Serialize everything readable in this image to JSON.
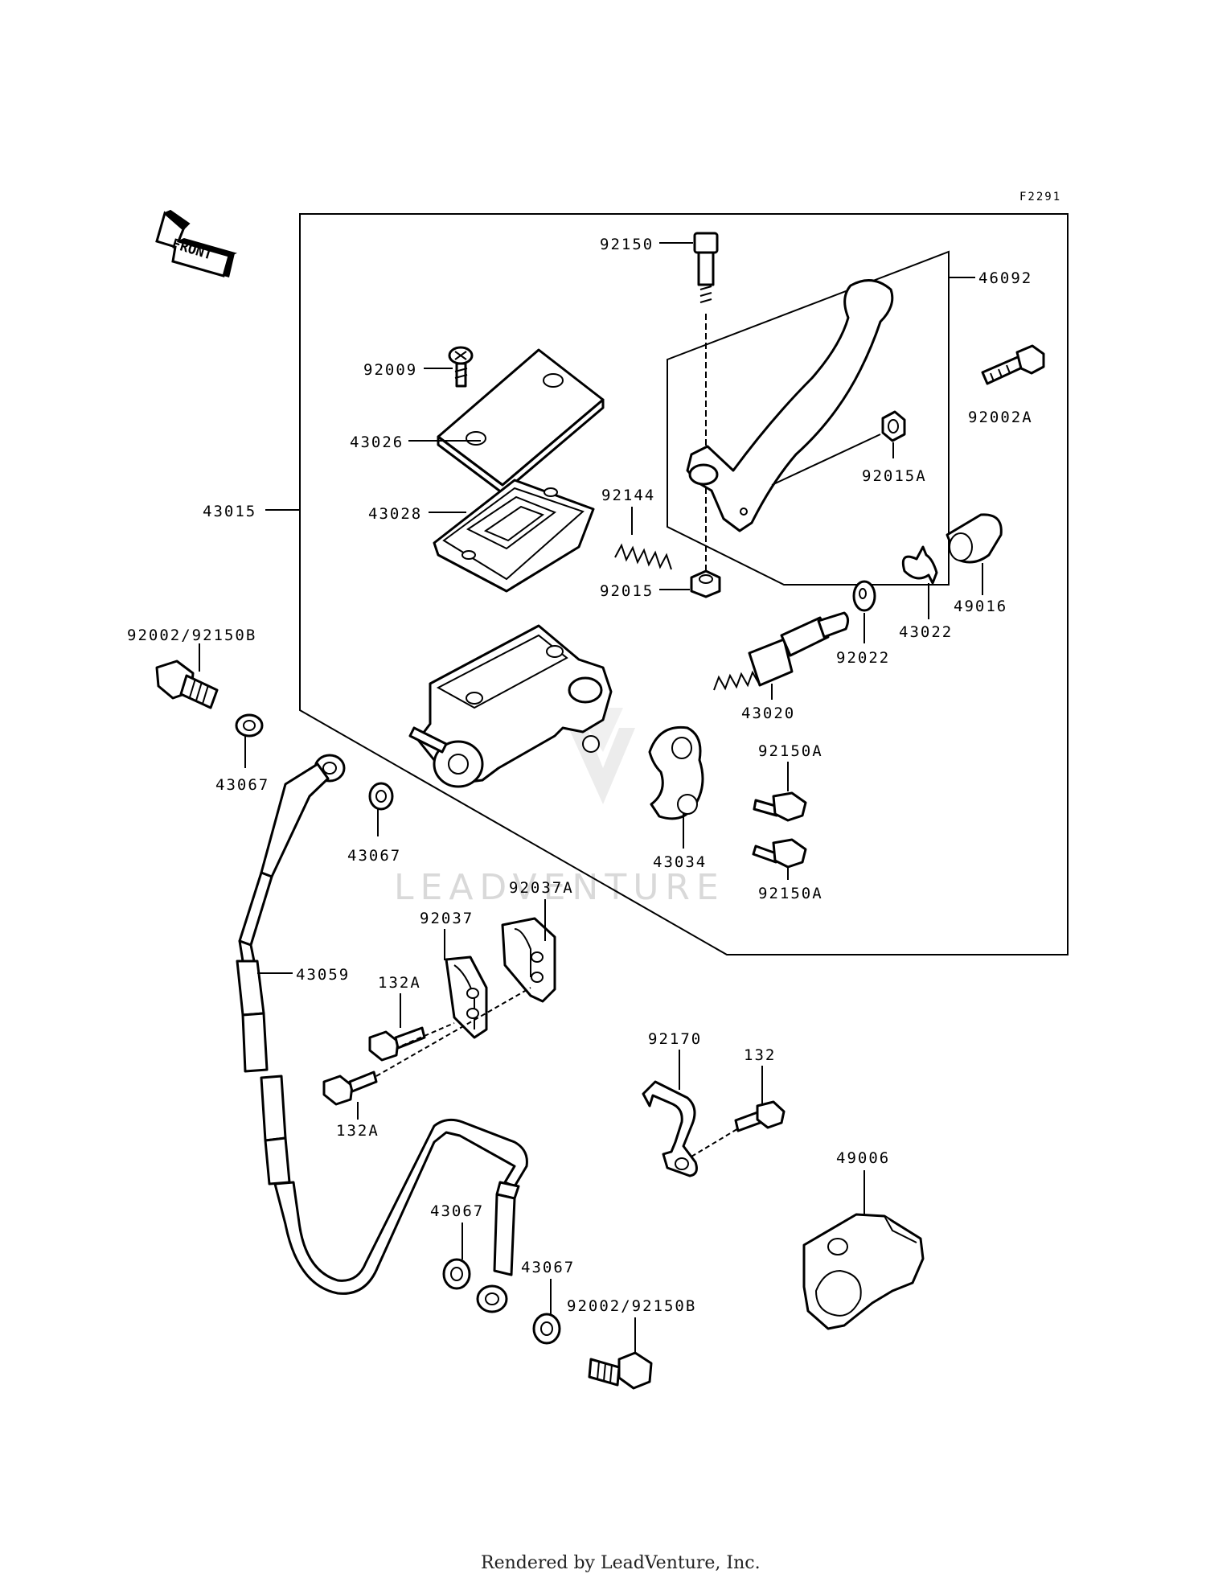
{
  "diagram": {
    "figure_code": "F2291",
    "front_marker": "FRONT",
    "watermark": "LEADVENTURE",
    "footer": "Rendered by LeadVenture, Inc.",
    "parts": {
      "p92150": "92150",
      "p46092": "46092",
      "p92009": "92009",
      "p92002A": "92002A",
      "p43026": "43026",
      "p92015A": "92015A",
      "p43015": "43015",
      "p43028": "43028",
      "p92144": "92144",
      "p92015": "92015",
      "p49016": "49016",
      "p43022": "43022",
      "p92022": "92022",
      "p92002_92150B_top": "92002/92150B",
      "p43020": "43020",
      "p92150A_top": "92150A",
      "p43067_a": "43067",
      "p43067_b": "43067",
      "p43034": "43034",
      "p92150A_bot": "92150A",
      "p92037A": "92037A",
      "p92037": "92037",
      "p43059": "43059",
      "p132A_top": "132A",
      "p132A_bot": "132A",
      "p92170": "92170",
      "p132": "132",
      "p49006": "49006",
      "p43067_c": "43067",
      "p43067_d": "43067",
      "p92002_92150B_bot": "92002/92150B"
    }
  }
}
